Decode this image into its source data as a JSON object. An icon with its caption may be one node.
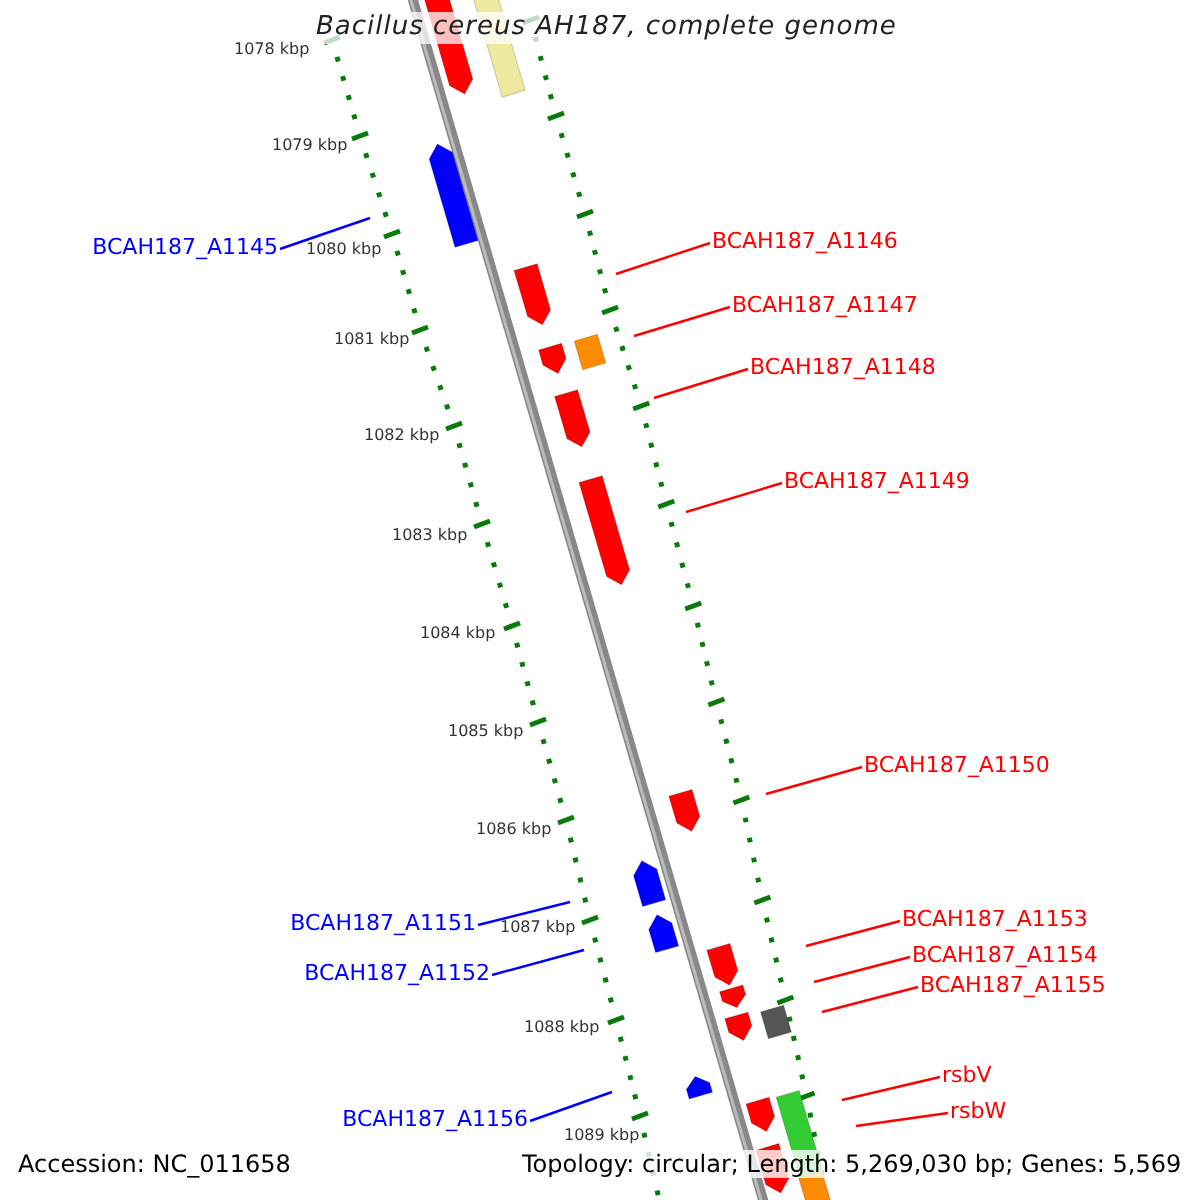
{
  "diagram": {
    "title": "Bacillus cereus AH187, complete genome",
    "nodes": [
      {
        "text": [
          "BCAH187_A1146"
        ]
      },
      {
        "text": [
          "BCAH187_A1145"
        ]
      },
      {
        "text": [
          "BCAH187_A1147"
        ]
      },
      {
        "text": [
          "BCAH187_A1148"
        ]
      },
      {
        "text": [
          "BCAH187_A1149"
        ]
      },
      {
        "text": [
          "BCAH187_A1150"
        ]
      },
      {
        "text": [
          "BCAH187_A1153"
        ]
      },
      {
        "text": [
          "BCAH187_A1151"
        ]
      },
      {
        "text": [
          "BCAH187_A1154"
        ]
      },
      {
        "text": [
          "BCAH187_A1152"
        ]
      },
      {
        "text": [
          "BCAH187_A1155"
        ]
      },
      {
        "text": [
          "rsbV"
        ]
      },
      {
        "text": [
          "rsbW"
        ]
      },
      {
        "text": [
          "BCAH187_A1156"
        ]
      }
    ],
    "edges": [
      {
        "from": 0,
        "to": null,
        "arrow": "none"
      },
      {
        "from": 1,
        "to": null,
        "arrow": "none",
        "color": "#0000ff"
      },
      {
        "from": 2,
        "to": null,
        "arrow": "none"
      },
      {
        "from": 3,
        "to": null,
        "arrow": "none"
      },
      {
        "from": 4,
        "to": null,
        "arrow": "none"
      },
      {
        "from": 5,
        "to": null,
        "arrow": "none"
      },
      {
        "from": 6,
        "to": null,
        "arrow": "none"
      },
      {
        "from": 7,
        "to": null,
        "arrow": "none",
        "color": "#0000ff"
      },
      {
        "from": 8,
        "to": null,
        "arrow": "none"
      },
      {
        "from": 9,
        "to": null,
        "arrow": "none",
        "color": "#0000ff"
      },
      {
        "from": 10,
        "to": null,
        "arrow": "none"
      },
      {
        "from": 11,
        "to": null,
        "arrow": "none"
      },
      {
        "from": 12,
        "to": null,
        "arrow": "none"
      },
      {
        "from": 13,
        "to": null,
        "arrow": "none",
        "color": "#0000ff"
      }
    ],
    "labels": [
      "1078 kbp",
      "1079 kbp",
      "1080 kbp",
      "1081 kbp",
      "1082 kbp",
      "1083 kbp",
      "1084 kbp",
      "1085 kbp",
      "1086 kbp",
      "1087 kbp",
      "1088 kbp",
      "1089 kbp",
      "Accession: NC_011658",
      "Topology: circular; Length: 5,269,030 bp; Genes: 5,569"
    ]
  }
}
